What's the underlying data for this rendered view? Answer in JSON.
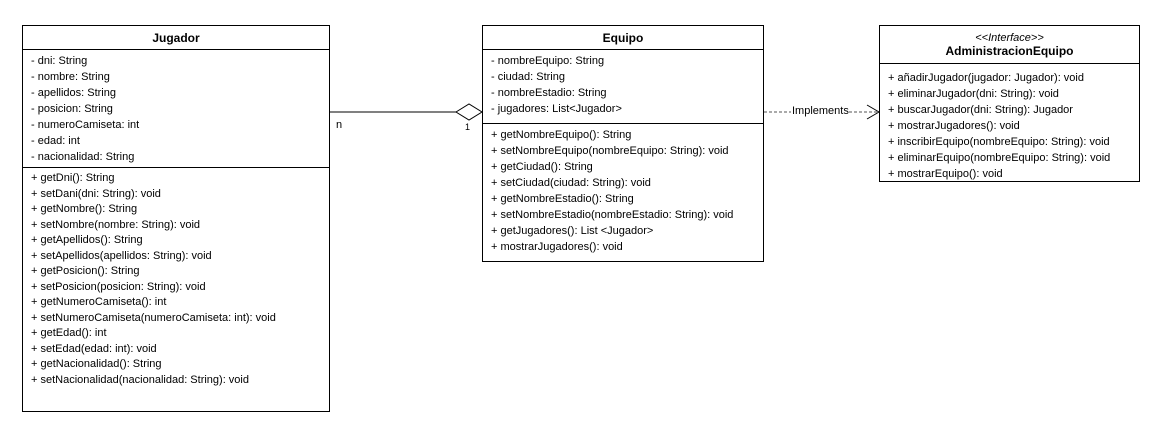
{
  "classes": {
    "jugador": {
      "name": "Jugador",
      "attributes": [
        "- dni: String",
        "- nombre: String",
        "- apellidos: String",
        "- posicion: String",
        "- numeroCamiseta: int",
        "- edad: int",
        "- nacionalidad: String"
      ],
      "methods": [
        "+ getDni(): String",
        "+ setDani(dni: String): void",
        "+ getNombre(): String",
        "+ setNombre(nombre: String): void",
        "+ getApellidos(): String",
        "+ setApellidos(apellidos: String): void",
        "+ getPosicion(): String",
        "+ setPosicion(posicion: String): void",
        "+ getNumeroCamiseta(): int",
        "+ setNumeroCamiseta(numeroCamiseta: int): void",
        "+ getEdad(): int",
        "+ setEdad(edad: int): void",
        "+ getNacionalidad(): String",
        "+ setNacionalidad(nacionalidad: String): void"
      ]
    },
    "equipo": {
      "name": "Equipo",
      "attributes": [
        "- nombreEquipo: String",
        "- ciudad: String",
        "- nombreEstadio: String",
        "- jugadores: List<Jugador>"
      ],
      "methods": [
        "+ getNombreEquipo(): String",
        "+ setNombreEquipo(nombreEquipo: String): void",
        "+ getCiudad(): String",
        "+ setCiudad(ciudad: String): void",
        "+ getNombreEstadio(): String",
        "+ setNombreEstadio(nombreEstadio: String): void",
        "+ getJugadores(): List <Jugador>",
        "+ mostrarJugadores(): void"
      ]
    },
    "administracion": {
      "stereotype": "<<Interface>>",
      "name": "AdministracionEquipo",
      "methods": [
        "+ añadirJugador(jugador: Jugador): void",
        "+ eliminarJugador(dni: String): void",
        "+ buscarJugador(dni: String): Jugador",
        "+ mostrarJugadores(): void",
        "+ inscribirEquipo(nombreEquipo: String): void",
        "+ eliminarEquipo(nombreEquipo: String): void",
        "+ mostrarEquipo(): void"
      ]
    }
  },
  "relations": {
    "aggregation": {
      "source_multiplicity": "n",
      "target_multiplicity": "1"
    },
    "realization": {
      "label": "Implements"
    }
  },
  "colors": {
    "line": "#000000",
    "background": "#ffffff",
    "dashed_line": "#555555"
  }
}
